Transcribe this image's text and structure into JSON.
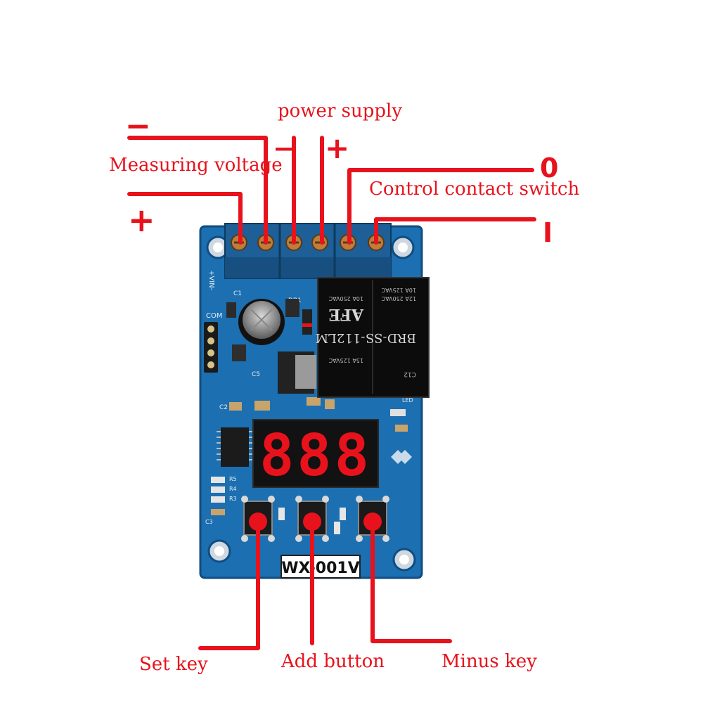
{
  "labels": {
    "power_supply": "power supply",
    "measuring_voltage": "Measuring voltage",
    "control_contact_switch": "Control contact switch",
    "set_key": "Set key",
    "add_button": "Add button",
    "minus_key": "Minus key"
  },
  "symbols": {
    "measure_minus": "−",
    "measure_plus": "+",
    "power_minus": "−",
    "power_plus": "+",
    "switch_open": "0",
    "switch_closed": "I"
  },
  "board": {
    "model": "WX-001V",
    "display_digits": "888",
    "relay_text": [
      "AFE",
      "BRD-SS-112LM",
      "C12",
      "15A 125VAC",
      "10A 250VAC",
      "12A 250VAC",
      "10A 125VAC"
    ],
    "silkscreen": [
      "+VIN-",
      "COM",
      "DB1",
      "C1",
      "C2",
      "C5",
      "R5",
      "R4",
      "R3",
      "C3",
      "LED"
    ]
  },
  "colors": {
    "annotation": "#e8121c",
    "pcb": "#1c6fb0",
    "terminal": "#1d5f96"
  }
}
